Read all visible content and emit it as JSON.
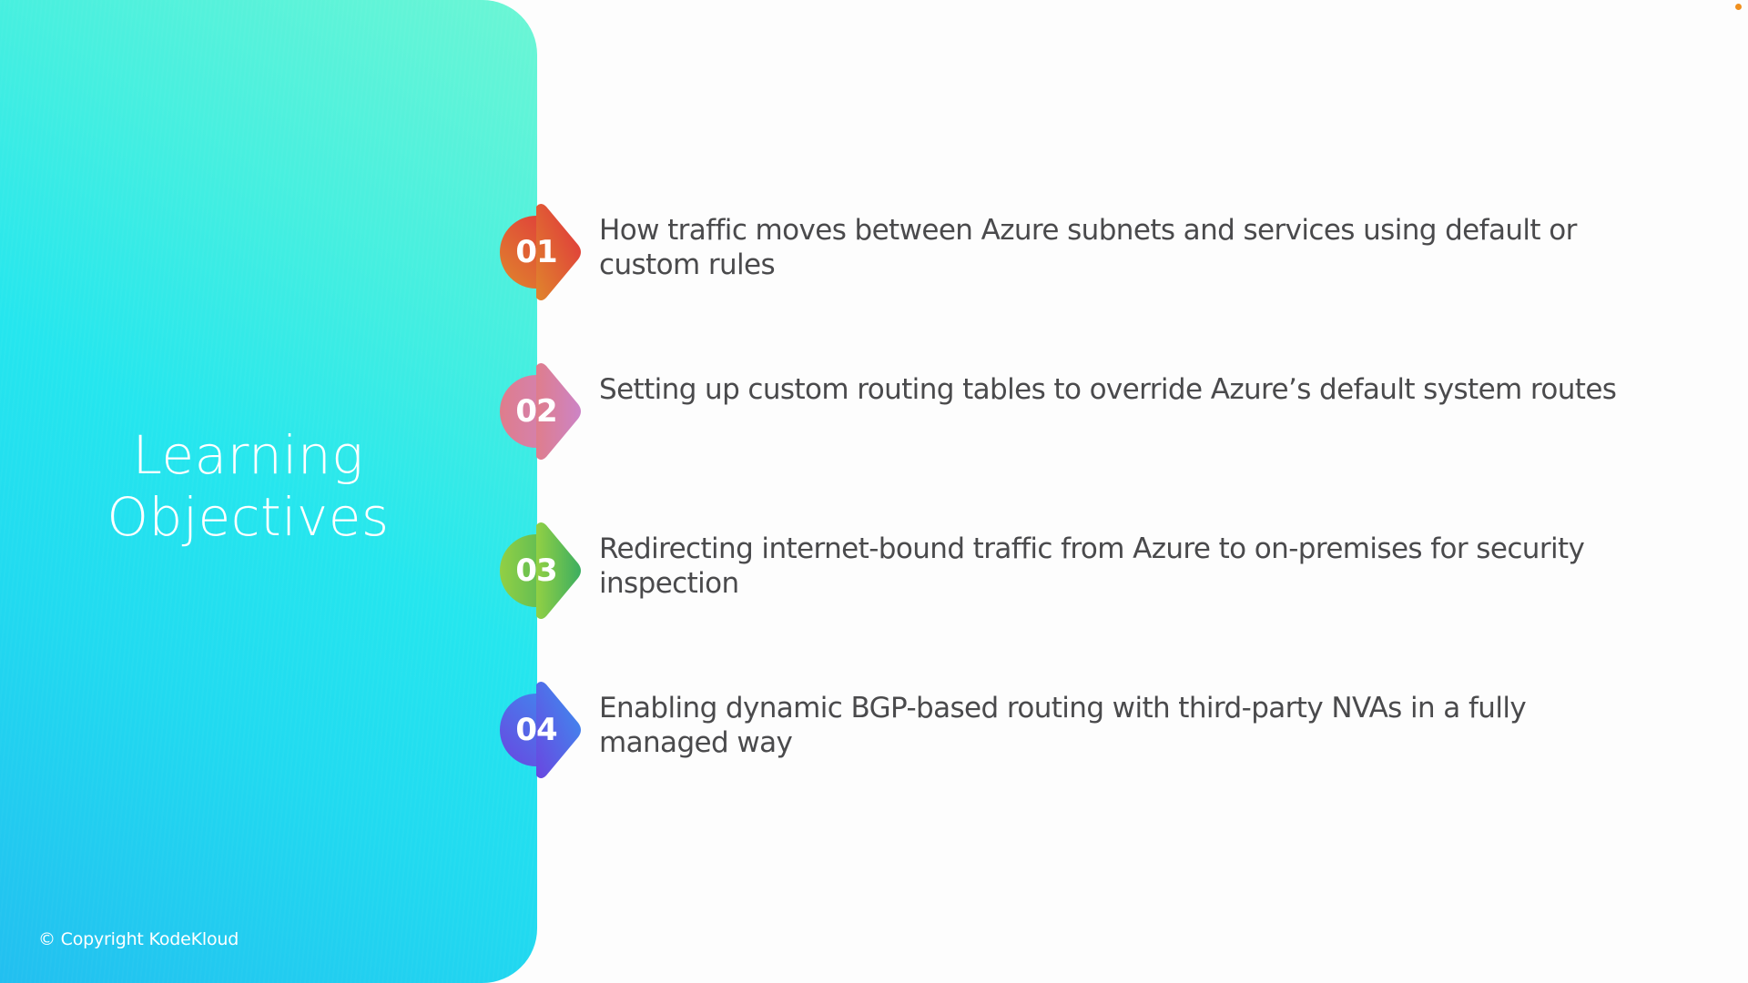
{
  "slide": {
    "title_lines": [
      "Learning",
      "Objectives"
    ],
    "copyright": "© Copyright KodeKloud",
    "colors": {
      "panel_gradient_start": "#22bff0",
      "panel_gradient_mid": "#25e6ee",
      "panel_gradient_end": "#6cf6d4",
      "body_text": "#4a4a4c",
      "background": "#fdfdfd",
      "corner_dot": "#f0901e"
    }
  },
  "objectives": [
    {
      "number": "01",
      "text": "How traffic moves between Azure subnets and services using default or custom rules",
      "color_start": "#e07a2c",
      "color_end": "#e03c3e"
    },
    {
      "number": "02",
      "text": "Setting up custom routing tables to override Azure’s default system routes",
      "color_start": "#e07f8e",
      "color_end": "#cf82c0"
    },
    {
      "number": "03",
      "text": "Redirecting internet-bound traffic from Azure to on-premises for security inspection",
      "color_start": "#8ccf44",
      "color_end": "#3fb35e"
    },
    {
      "number": "04",
      "text": "Enabling dynamic BGP-based routing with third-party NVAs in a fully managed way",
      "color_start": "#6a4ae0",
      "color_end": "#3e8ef0"
    }
  ]
}
